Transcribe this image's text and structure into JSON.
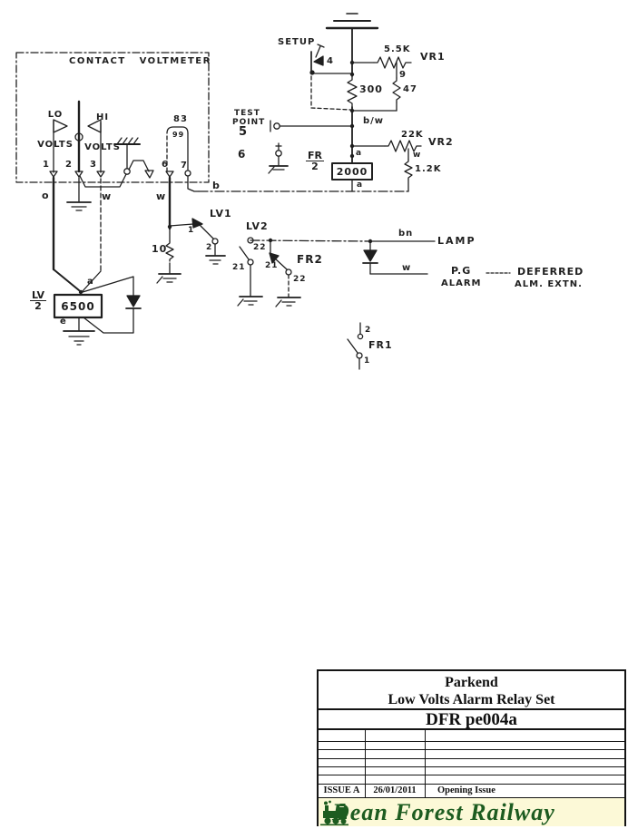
{
  "ink": "#1f1f1f",
  "title_block": {
    "location": "Parkend",
    "title": "Low Volts Alarm Relay Set",
    "drawing_number": "DFR pe004a",
    "issue": "ISSUE A",
    "issue_date": "26/01/2011",
    "issue_note": "Opening Issue",
    "company": "Dean Forest Railway",
    "accent_green": "#1d5c20",
    "banner_bg": "#fcf9d7"
  },
  "schematic": {
    "voltmeter": {
      "title": "CONTACT   VOLTMETER",
      "lo1": "LO",
      "lo2": "VOLTS",
      "hi1": "HI",
      "hi2": "VOLTS",
      "t1": "1",
      "t2": "2",
      "t3": "3",
      "t6": "6",
      "t7": "7",
      "coil_label": "83",
      "coil_value": "99"
    },
    "wires": {
      "o": "o",
      "w3": "w",
      "w6": "w",
      "b": "b",
      "bw": "b/w",
      "bn": "bn",
      "w_alarm": "w",
      "w_vr2": "w"
    },
    "power": {
      "setup": "SETUP",
      "setup_contact": "4"
    },
    "resistors": {
      "r300": "300",
      "vr1_value": "5.5K",
      "vr1": "VR1",
      "r9": "9",
      "r47": "47",
      "vr2_value": "22K",
      "vr2": "VR2",
      "r1k2": "1.2K",
      "r10": "10"
    },
    "test_point": {
      "l1": "TEST",
      "l2": "POINT",
      "n5": "5",
      "n6": "6"
    },
    "fr_coil": {
      "name": "FR",
      "den": "2",
      "value": "2000",
      "top": "a",
      "bottom": "a"
    },
    "lv_coil": {
      "name": "LV",
      "den": "2",
      "value": "6500",
      "top": "a",
      "bottom": "e"
    },
    "contacts": {
      "lv1": "LV1",
      "lv1_1": "1",
      "lv1_2": "2",
      "lv2": "LV2",
      "lv2_22": "22",
      "lv2_21": "21",
      "fr2": "FR2",
      "fr2_21": "21",
      "fr2_22": "22",
      "fr1": "FR1",
      "fr1_2": "2",
      "fr1_1": "1"
    },
    "outputs": {
      "lamp": "LAMP",
      "pg1": "P.G",
      "pg2": "ALARM",
      "def1": "DEFERRED",
      "def2": "ALM. EXTN."
    }
  }
}
